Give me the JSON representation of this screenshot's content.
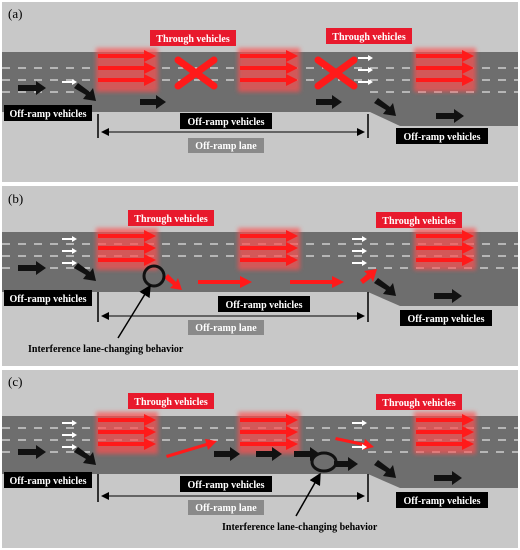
{
  "panels": [
    {
      "id": "a",
      "label": "(a)",
      "through_labels": [
        "Through vehicles",
        "Through vehicles"
      ],
      "offramp_labels": [
        "Off-ramp vehicles",
        "Off-ramp vehicles",
        "Off-ramp vehicles"
      ],
      "lane_label": "Off-ramp lane"
    },
    {
      "id": "b",
      "label": "(b)",
      "through_labels": [
        "Through vehicles",
        "Through vehicles"
      ],
      "offramp_labels": [
        "Off-ramp vehicles",
        "Off-ramp vehicles",
        "Off-ramp vehicles"
      ],
      "lane_label": "Off-ramp lane",
      "note": "Interference lane-changing behavior"
    },
    {
      "id": "c",
      "label": "(c)",
      "through_labels": [
        "Through vehicles",
        "Through vehicles"
      ],
      "offramp_labels": [
        "Off-ramp vehicles",
        "Off-ramp vehicles",
        "Off-ramp vehicles"
      ],
      "lane_label": "Off-ramp lane",
      "note": "Interference lane-changing behavior"
    }
  ],
  "colors": {
    "through_arrow": "#ff1a1a",
    "offramp_arrow": "#111111",
    "road": "#6e6e6e",
    "panel_bg": "#c8c8c8",
    "label_red_bg": "#e8192c",
    "label_black_bg": "#000000",
    "label_grey_bg": "#8a8a8a"
  }
}
